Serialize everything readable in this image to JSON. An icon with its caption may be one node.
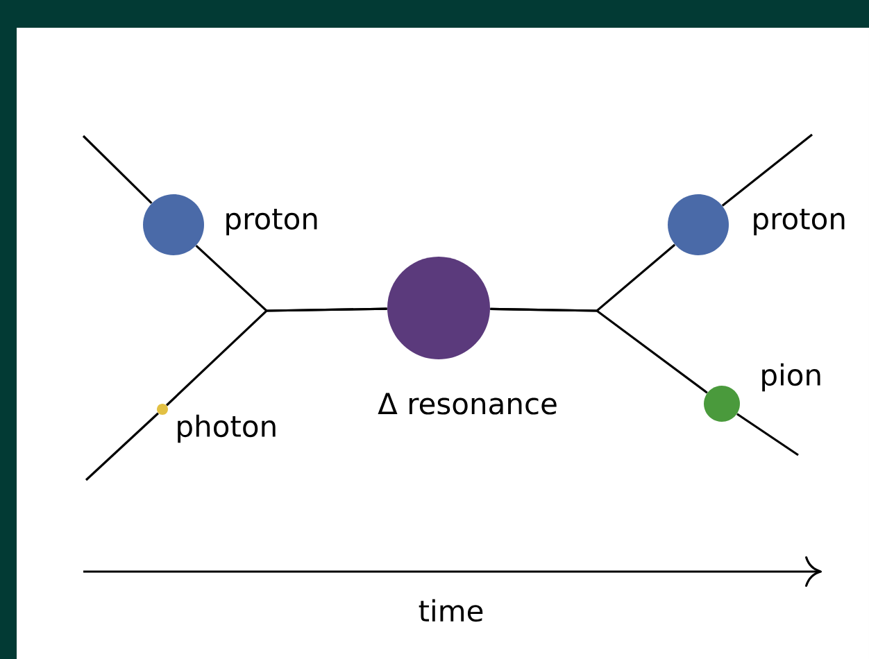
{
  "diagram": {
    "nodes": [
      {
        "text": [],
        "shape": "circle",
        "beside": [
          "proton"
        ]
      },
      {
        "text": [],
        "shape": "circle",
        "beside": [
          "photon"
        ]
      },
      {
        "text": [],
        "shape": "circle",
        "beside": [
          "Δ resonance"
        ]
      },
      {
        "text": [],
        "shape": "circle",
        "beside": [
          "proton"
        ]
      },
      {
        "text": [],
        "shape": "circle",
        "beside": [
          "pion"
        ]
      }
    ],
    "edges": [
      {
        "from": null,
        "to": 0,
        "arrow": "none"
      },
      {
        "from": null,
        "to": 1,
        "arrow": "none"
      },
      {
        "from": 0,
        "to": 2,
        "arrow": "none"
      },
      {
        "from": 1,
        "to": 2,
        "arrow": "none"
      },
      {
        "from": 2,
        "to": 3,
        "arrow": "none"
      },
      {
        "from": 2,
        "to": 4,
        "arrow": "none"
      },
      {
        "from": 3,
        "to": null,
        "arrow": "none"
      },
      {
        "from": 4,
        "to": null,
        "arrow": "none"
      }
    ],
    "labels": [
      "time"
    ]
  }
}
